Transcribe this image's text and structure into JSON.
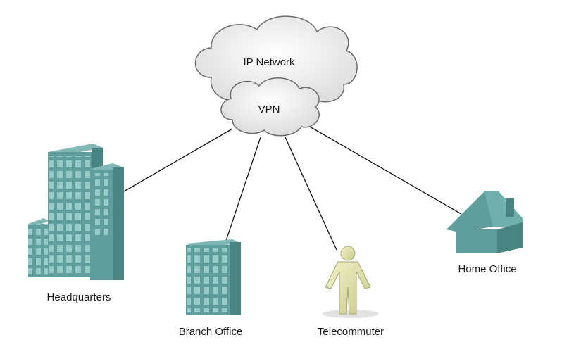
{
  "cloud": {
    "outer_label": "IP Network",
    "inner_label": "VPN"
  },
  "nodes": {
    "headquarters": "Headquarters",
    "branch_office": "Branch Office",
    "telecommuter": "Telecommuter",
    "home_office": "Home Office"
  },
  "colors": {
    "building_face": "#5f9e9c",
    "building_side": "#4a8482",
    "building_top": "#7fb8b5",
    "window": "#9ed1cc",
    "cloud_fill": "#f3f3f3",
    "cloud_stroke": "#6a6a6a",
    "person": "#dedea6"
  }
}
